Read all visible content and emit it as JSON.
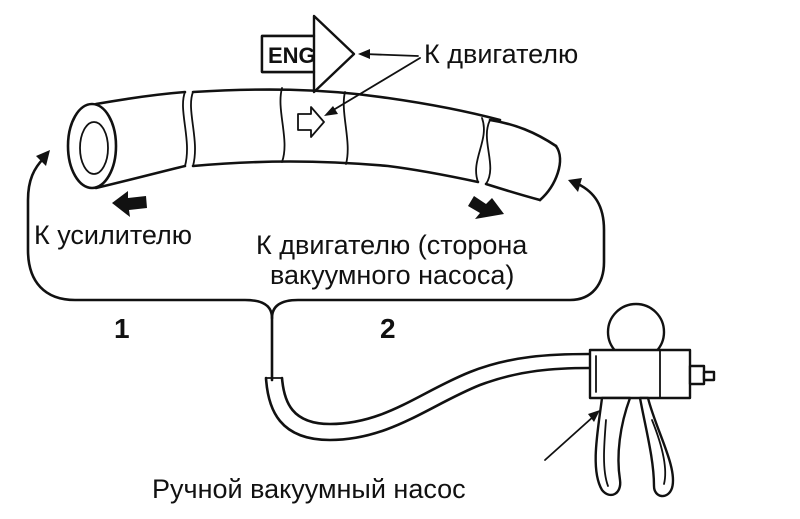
{
  "diagram": {
    "engine_arrow_label": "ENG",
    "to_engine_label": "К двигателю",
    "to_booster_label": "К усилителю",
    "to_engine_pump_side_line1": "К двигателю (сторона",
    "to_engine_pump_side_line2": "вакуумного насоса)",
    "port_1_label": "1",
    "port_2_label": "2",
    "hand_pump_label": "Ручной вакуумный насос"
  }
}
